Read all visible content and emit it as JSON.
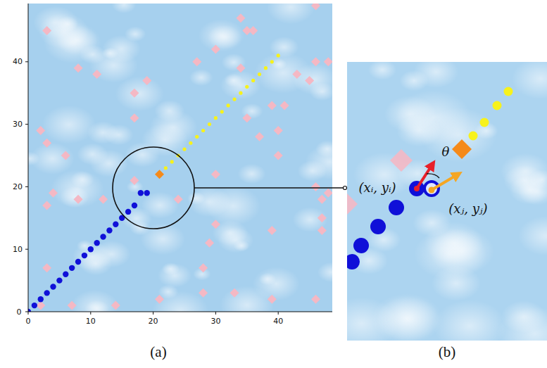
{
  "diagram": {
    "labels": [
      "0",
      "10",
      "20",
      "30",
      "40",
      "0",
      "10",
      "20",
      "30",
      "40",
      "(xᵢ, yᵢ)",
      "θ",
      "(xⱼ, yⱼ)",
      "(a)",
      "(b)"
    ]
  }
}
